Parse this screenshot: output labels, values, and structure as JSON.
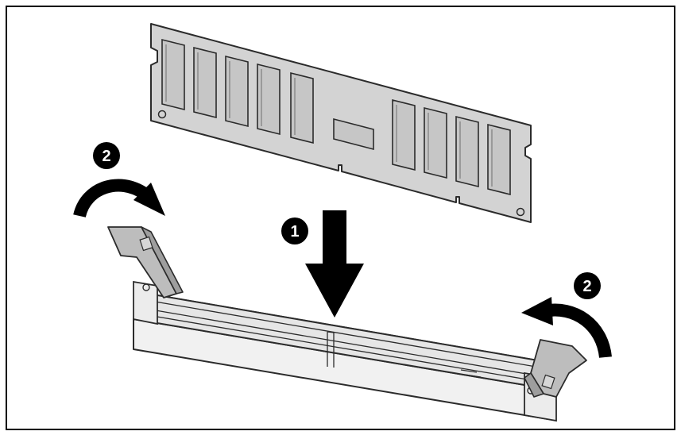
{
  "colors": {
    "frame": "#000000",
    "module_fill": "#d3d3d3",
    "module_stroke": "#2b2b2b",
    "chip_fill": "#c6c6c6",
    "slot_fill": "#f1f1f1",
    "latch_fill": "#bdbdbd",
    "arrow_fill": "#000000",
    "badge_fill": "#000000",
    "badge_text": "#ffffff"
  },
  "callouts": [
    {
      "id": "latch-left",
      "number": "2"
    },
    {
      "id": "insert-module",
      "number": "1"
    },
    {
      "id": "latch-right",
      "number": "2"
    }
  ],
  "icons": {
    "curved_left": "curved-arrow-icon",
    "curved_right": "curved-arrow-icon",
    "down": "down-arrow-icon"
  }
}
